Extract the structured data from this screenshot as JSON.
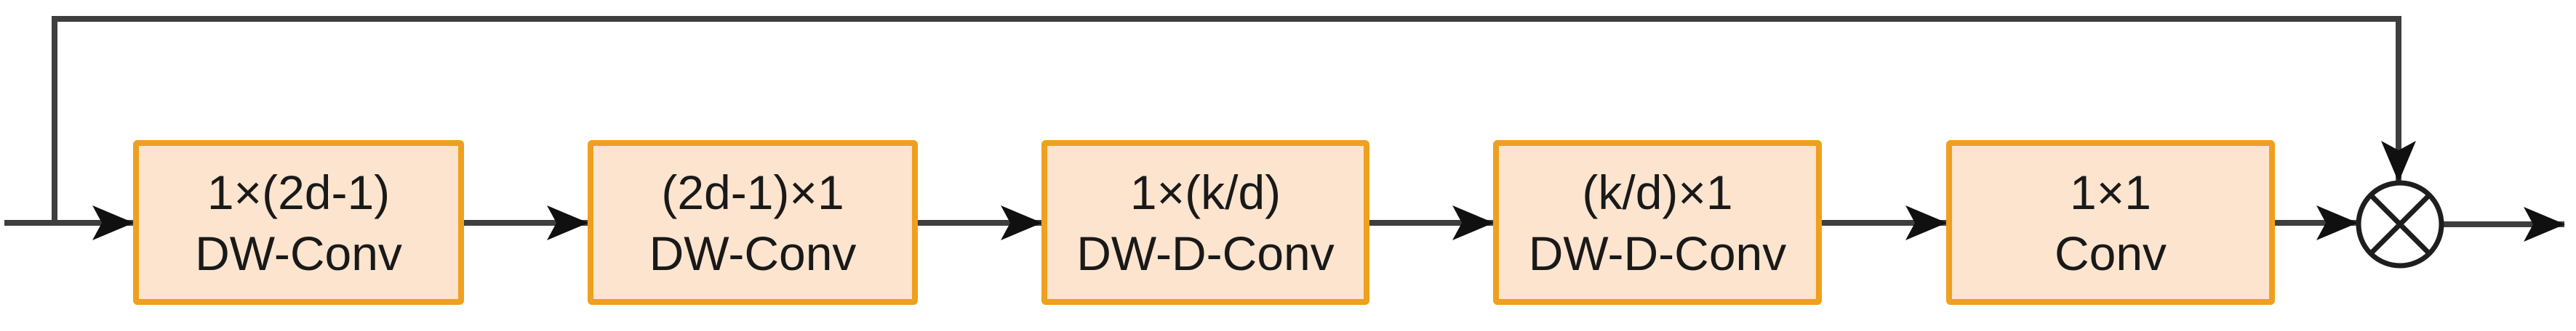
{
  "diagram": {
    "blocks": [
      {
        "top": "1×(2d-1)",
        "bottom": "DW-Conv"
      },
      {
        "top": "(2d-1)×1",
        "bottom": "DW-Conv"
      },
      {
        "top": "1×(k/d)",
        "bottom": "DW-D-Conv"
      },
      {
        "top": "(k/d)×1",
        "bottom": "DW-D-Conv"
      },
      {
        "top": "1×1",
        "bottom": "Conv"
      }
    ],
    "operator": {
      "symbol": "⊗"
    },
    "colors": {
      "background": "#ffffff",
      "block_fill": "#fce4ce",
      "block_border": "#eea01e",
      "wire": "#3e3e3e",
      "arrowhead": "#101010",
      "text": "#191919"
    }
  }
}
